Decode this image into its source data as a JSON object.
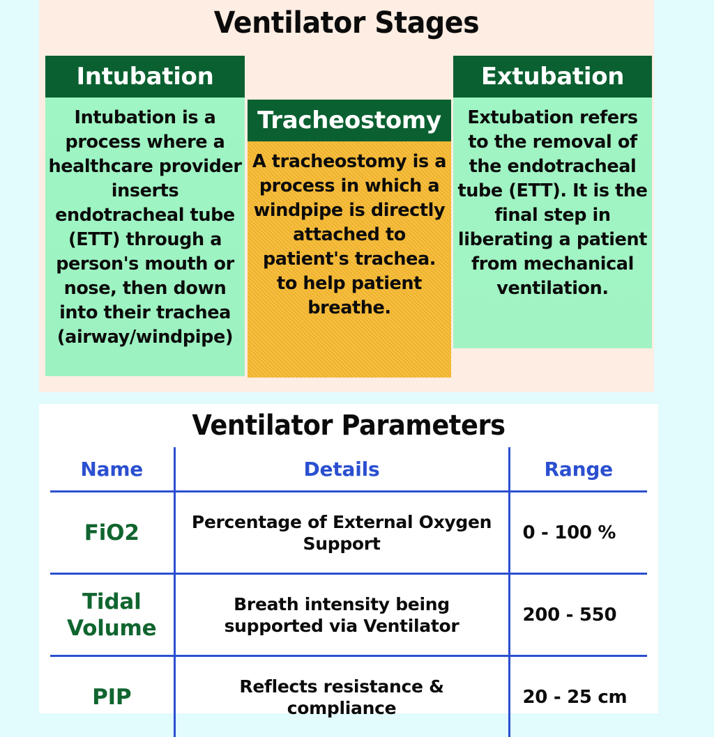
{
  "colors": {
    "page_background": "#e2fbfd",
    "stages_card_background": "#fdede3",
    "header_green": "#0a6030",
    "panel_green": "#9ff5c3",
    "panel_orange": "#f6b82e",
    "table_blue": "#2b4fd0",
    "name_green": "#10652f",
    "params_card_background": "#ffffff"
  },
  "stages": {
    "title": "Ventilator Stages",
    "columns": [
      {
        "heading": "Intubation",
        "body": "Intubation is a process where a healthcare provider inserts endotracheal tube (ETT) through a person's mouth or nose, then down into their trachea (airway/windpipe)"
      },
      {
        "heading": "Tracheostomy",
        "body": "A tracheostomy is a process in which a windpipe is directly attached to patient's trachea. to help patient breathe."
      },
      {
        "heading": "Extubation",
        "body": "Extubation refers to the removal of the endotracheal tube (ETT). It is the final step in liberating a patient from mechanical ventilation."
      }
    ]
  },
  "parameters": {
    "title": "Ventilator Parameters",
    "headers": {
      "name": "Name",
      "details": "Details",
      "range": "Range"
    },
    "rows": [
      {
        "name": "FiO2",
        "details": "Percentage of External Oxygen Support",
        "range": "0 - 100 %"
      },
      {
        "name": "Tidal Volume",
        "details": "Breath intensity being supported via Ventilator",
        "range": "200 - 550"
      },
      {
        "name": "PIP",
        "details": "Reflects resistance & compliance",
        "range": "20 - 25 cm"
      }
    ]
  }
}
